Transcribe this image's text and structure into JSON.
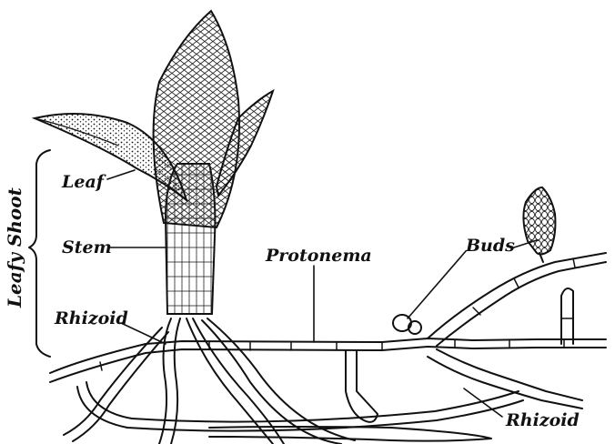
{
  "labels": {
    "leafy_shoot": "Leafy Shoot",
    "leaf": "Leaf",
    "stem": "Stem",
    "rhizoid_left": "Rhizoid",
    "protonema": "Protonema",
    "buds": "Buds",
    "rhizoid_right": "Rhizoid"
  }
}
